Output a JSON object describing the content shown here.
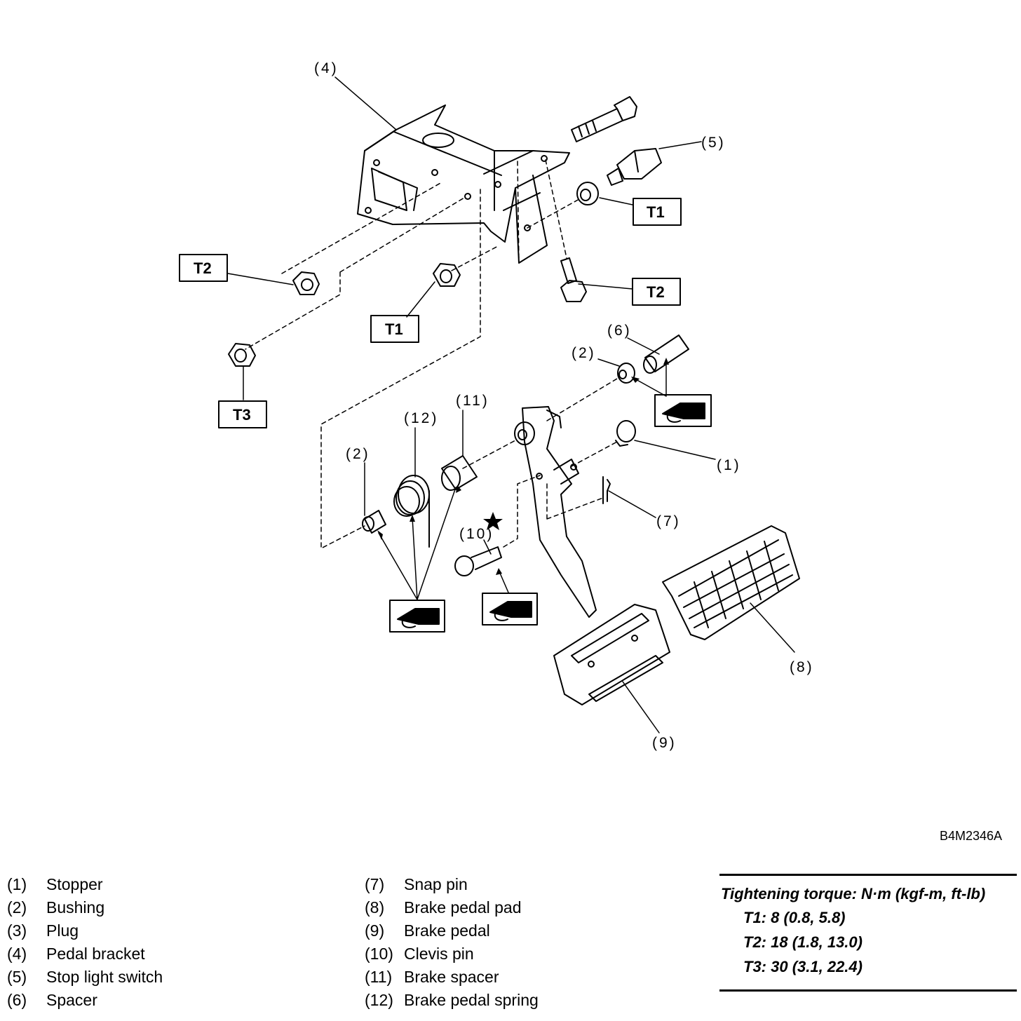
{
  "diagram": {
    "callouts": {
      "c4": "(4)",
      "c5": "(5)",
      "c6": "(6)",
      "c2a": "(2)",
      "c2b": "(2)",
      "c11": "(11)",
      "c12": "(12)",
      "c1": "(1)",
      "c7": "(7)",
      "c10": "(10)",
      "c8": "(8)",
      "c9": "(9)"
    },
    "torque_tags": {
      "t1_right": "T1",
      "t2_left": "T2",
      "t2_right": "T2",
      "t1_mid": "T1",
      "t3": "T3"
    },
    "figure_code": "B4M2346A"
  },
  "legend": {
    "left": [
      {
        "num": "(1)",
        "name": "Stopper"
      },
      {
        "num": "(2)",
        "name": "Bushing"
      },
      {
        "num": "(3)",
        "name": "Plug"
      },
      {
        "num": "(4)",
        "name": "Pedal bracket"
      },
      {
        "num": "(5)",
        "name": "Stop light switch"
      },
      {
        "num": "(6)",
        "name": "Spacer"
      }
    ],
    "middle": [
      {
        "num": "(7)",
        "name": "Snap pin"
      },
      {
        "num": "(8)",
        "name": "Brake pedal pad"
      },
      {
        "num": "(9)",
        "name": "Brake pedal"
      },
      {
        "num": "(10)",
        "name": "Clevis pin"
      },
      {
        "num": "(11)",
        "name": "Brake spacer"
      },
      {
        "num": "(12)",
        "name": "Brake pedal spring"
      }
    ]
  },
  "torque": {
    "title": "Tightening torque: N·m (kgf-m, ft-lb)",
    "t1": "T1: 8 (0.8, 5.8)",
    "t2": "T2: 18 (1.8, 13.0)",
    "t3": "T3: 30 (3.1, 22.4)"
  }
}
